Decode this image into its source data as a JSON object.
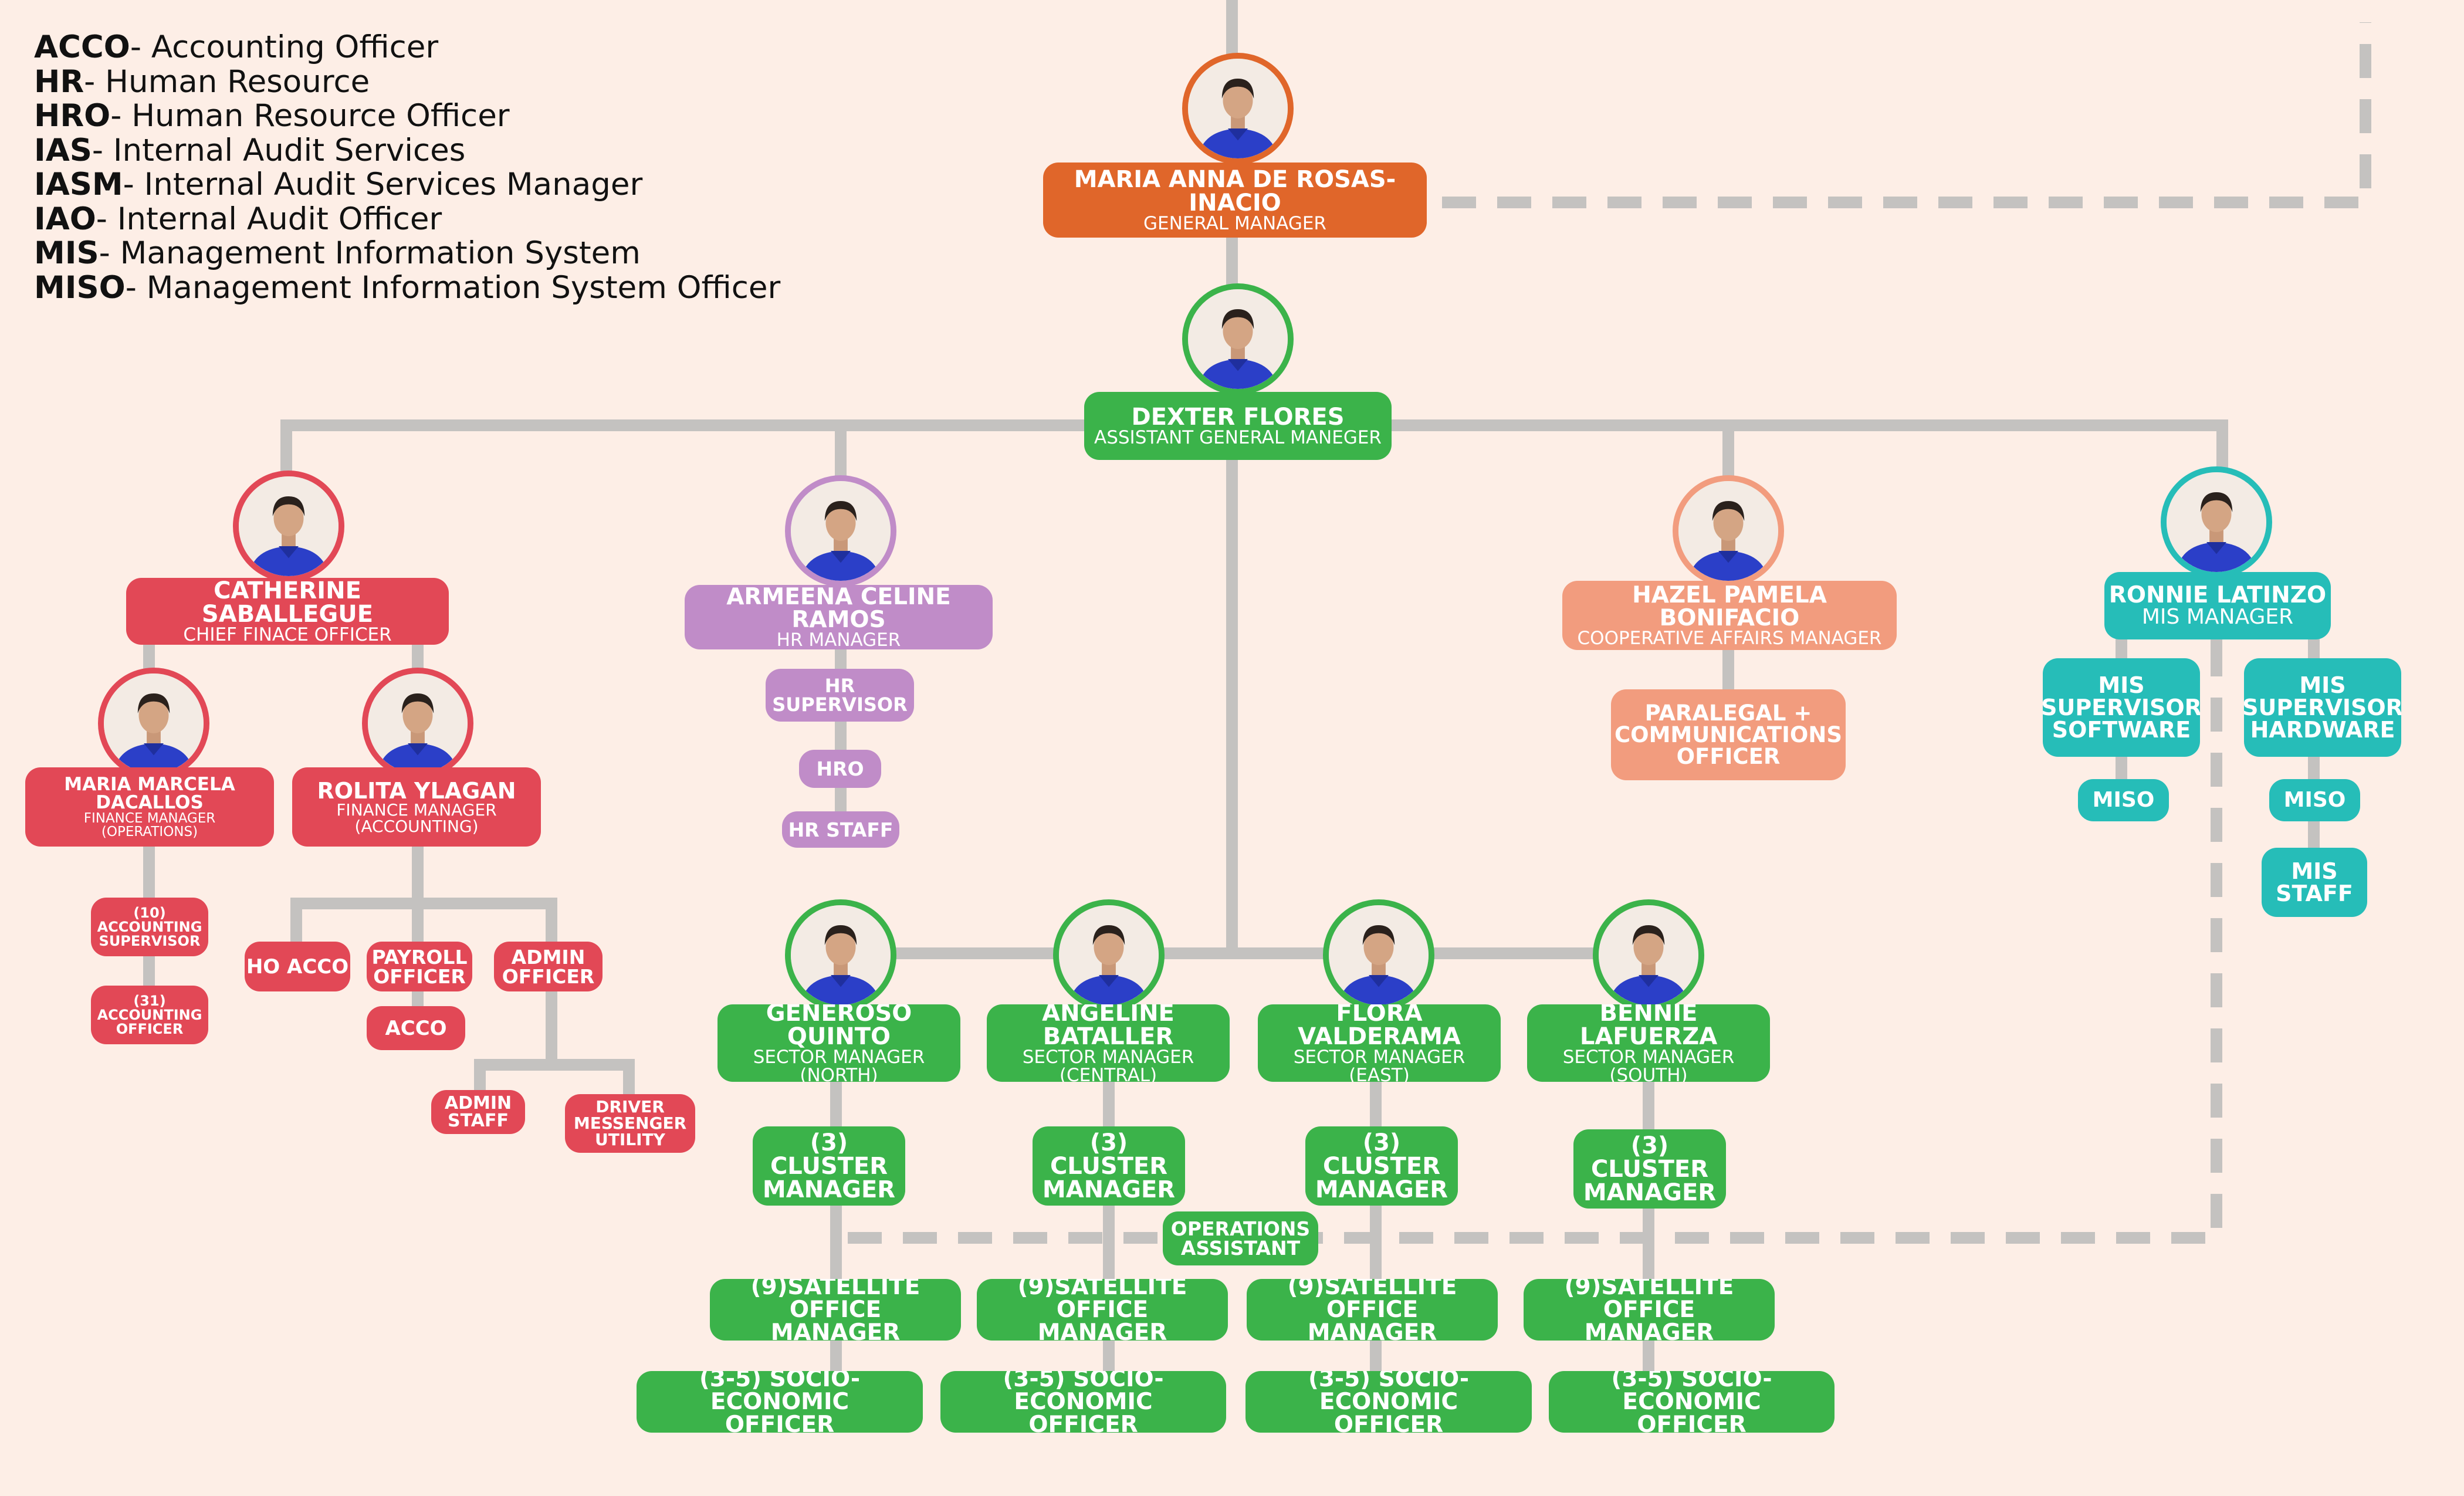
{
  "colors": {
    "background": "#fdeee6",
    "line": "#c4c2c0",
    "orange": "#e0662a",
    "green": "#3bb34a",
    "red": "#e24856",
    "purple": "#c08cc8",
    "salmon": "#f29c7e",
    "teal": "#26bdb8",
    "shirt": "#2b3fc8"
  },
  "legend": [
    {
      "abbr": "ACCO",
      "text": "- Accounting Officer"
    },
    {
      "abbr": "HR",
      "text": "- Human Resource"
    },
    {
      "abbr": "HRO",
      "text": "- Human Resource Officer"
    },
    {
      "abbr": "IAS",
      "text": "- Internal Audit Services"
    },
    {
      "abbr": "IASM",
      "text": "- Internal Audit Services Manager"
    },
    {
      "abbr": "IAO",
      "text": "- Internal Audit Officer"
    },
    {
      "abbr": "MIS",
      "text": "- Management Information System"
    },
    {
      "abbr": "MISO",
      "text": "- Management Information System Officer"
    }
  ],
  "people": {
    "gm": {
      "name": "MARIA ANNA DE ROSAS-INACIO",
      "title": "GENERAL MANAGER",
      "avatar": "portrait-photo"
    },
    "agm": {
      "name": "DEXTER FLORES",
      "title": "ASSISTANT GENERAL MANEGER",
      "avatar": "portrait-photo"
    },
    "cfo": {
      "name": "CATHERINE SABALLEGUE",
      "title": "CHIEF FINACE OFFICER",
      "avatar": "portrait-photo"
    },
    "hr": {
      "name": "ARMEENA CELINE RAMOS",
      "title": "HR MANAGER",
      "avatar": "portrait-photo"
    },
    "coop": {
      "name": "HAZEL PAMELA BONIFACIO",
      "title": "COOPERATIVE AFFAIRS MANAGER",
      "avatar": "portrait-photo"
    },
    "mis": {
      "name": "RONNIE LATINZO",
      "title": "MIS MANAGER",
      "avatar": "portrait-photo"
    },
    "fm_ops": {
      "name": "MARIA MARCELA DACALLOS",
      "title": "FINANCE MANAGER\n(OPERATIONS)",
      "avatar": "portrait-photo"
    },
    "fm_acc": {
      "name": "ROLITA YLAGAN",
      "title": "FINANCE MANAGER\n(ACCOUNTING)",
      "avatar": "portrait-photo"
    },
    "sm_north": {
      "name": "GENEROSO QUINTO",
      "title": "SECTOR MANAGER\n(NORTH)",
      "avatar": "portrait-photo"
    },
    "sm_central": {
      "name": "ANGELINE BATALLER",
      "title": "SECTOR MANAGER\n(CENTRAL)",
      "avatar": "portrait-photo"
    },
    "sm_east": {
      "name": "FLORA VALDERAMA",
      "title": "SECTOR MANAGER\n(EAST)",
      "avatar": "portrait-photo"
    },
    "sm_south": {
      "name": "BENNIE LAFUERZA",
      "title": "SECTOR MANAGER\n(SOUTH)",
      "avatar": "portrait-photo"
    }
  },
  "units": {
    "acc_supervisor": "(10)\nACCOUNTING\nSUPERVISOR",
    "acc_officer": "(31)\nACCOUNTING\nOFFICER",
    "ho_acco": "HO ACCO",
    "payroll": "PAYROLL\nOFFICER",
    "admin_officer": "ADMIN\nOFFICER",
    "acco": "ACCO",
    "admin_staff": "ADMIN\nSTAFF",
    "driver": "DRIVER\nMESSENGER\nUTILITY",
    "hr_supervisor": "HR\nSUPERVISOR",
    "hro": "HRO",
    "hr_staff": "HR STAFF",
    "paralegal": "PARALEGAL +\nCOMMUNICATIONS\nOFFICER",
    "mis_sw": "MIS\nSUPERVISOR\nSOFTWARE",
    "mis_hw": "MIS\nSUPERVISOR\nHARDWARE",
    "miso_sw": "MISO",
    "miso_hw": "MISO",
    "mis_staff": "MIS\nSTAFF",
    "cluster": "(3) CLUSTER\nMANAGER",
    "satellite": "(9)SATELLITE OFFICE\nMANAGER",
    "socio": "(3-5) SOCIO-ECONOMIC\nOFFICER",
    "ops_assistant": "OPERATIONS\nASSISTANT"
  }
}
